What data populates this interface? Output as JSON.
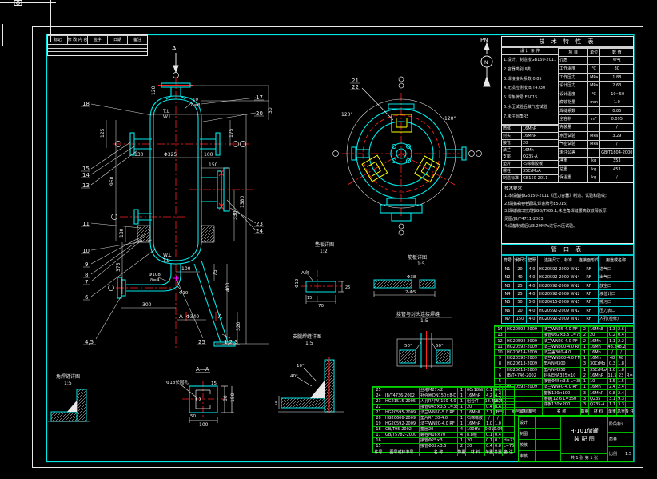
{
  "colors": {
    "cyan": "#00E8E8",
    "red": "#FF2020",
    "white": "#EFEFEF",
    "green": "#00D800",
    "yellow": "#FFFF00",
    "magenta": "#FF00FF"
  },
  "north": {
    "label": "PN",
    "circle_letter": "N"
  },
  "section_arrow": {
    "label": "A"
  },
  "front_view": {
    "levels": {
      "tl_top": "T.L",
      "wl_top": "W.L",
      "wl_bot": "W.L",
      "tl_bot": "T.L"
    },
    "balloons": {
      "b18": "18",
      "b17": "17",
      "b20": "20",
      "b15": "15",
      "b14": "14",
      "b13": "13",
      "b11": "11",
      "b10": "10",
      "b9": "9",
      "b8": "8",
      "b7": "7",
      "b6": "6",
      "b45": "4,5",
      "b25": "25",
      "b123": "1,2,3",
      "b23": "23",
      "b24": "24"
    },
    "dims": {
      "d120": "120",
      "d30": "30",
      "d125": "125",
      "d175": "175",
      "d130": "130",
      "dphi325": "Φ325",
      "d100a": "100",
      "d150": "150",
      "d950": "950",
      "d1380": "1380",
      "d330": "330",
      "d180": "180",
      "d375": "375",
      "d100b": "100",
      "d75": "75",
      "d300": "300",
      "d400": "400",
      "d320": "320",
      "dphi340": "Φ340",
      "dphi10": "Φ10"
    },
    "head_note1": "10",
    "head_note2": "δ=8",
    "drain_note1": "Φ108",
    "drain_note2": "δ=4",
    "section_a": "A"
  },
  "top_view": {
    "balloons": {
      "b21": "21",
      "b22": "22"
    },
    "angle_left": "120°",
    "angle_right": "120°"
  },
  "details": {
    "aa": {
      "title": "A—A",
      "hole_note": "Φ18长圆孔",
      "d100": "100",
      "d150": "150",
      "d80": "80",
      "d50": "50",
      "d15": "15"
    },
    "gusset": {
      "t1": "支腿焊缝详图",
      "t2": "1:5",
      "a10": "10°",
      "a40": "40°",
      "d5": "5"
    },
    "pipe_weld": {
      "t1": "接管与封头连接焊缝",
      "t2": "1:5",
      "a50l": "50°",
      "a50r": "50°"
    },
    "pad": {
      "t1": "垫板详图",
      "t2": "1:2",
      "mark": "A向",
      "phi12": "Φ12",
      "d70": "70",
      "d15": "15",
      "d25": "25"
    },
    "rib": {
      "t1": "筋板详图",
      "t2": "1:5",
      "phi38": "Φ38",
      "note": "2-Φ5"
    },
    "corner": {
      "t1": "角焊缝详图",
      "t2": "1:5"
    }
  },
  "revision_table": {
    "headers": [
      "标记",
      "修 改 内 容",
      "签字",
      "日期",
      "备注"
    ]
  },
  "spec_table": {
    "title": "技 术 特 性 表",
    "left_header": "设 计 条 件",
    "design_notes": [
      {
        "t": "1.设计、制造按GB150-2011"
      },
      {
        "t": "2.容器类别:Ⅱ类"
      },
      {
        "t": "3.焊接接头系数:0.85"
      },
      {
        "t": "4.无损检测按JB/T4730"
      },
      {
        "t": "5.焊条牌号:E5015"
      },
      {
        "t": "6.水压试验后做气密试验"
      },
      {
        "t": "7.未注圆角R5"
      }
    ],
    "materials": [
      {
        "k": "筒体",
        "v": "16MnR"
      },
      {
        "k": "封头",
        "v": "16MnR"
      },
      {
        "k": "接管",
        "v": "20"
      },
      {
        "k": "法兰",
        "v": "16Mn"
      },
      {
        "k": "支座",
        "v": "Q235-A"
      },
      {
        "k": "垫片",
        "v": "石棉橡胶板"
      },
      {
        "k": "螺栓",
        "v": "35CrMoA"
      },
      {
        "k": "制造标准",
        "v": "GB150-2011"
      }
    ],
    "right_headers": [
      "项 目",
      "单位",
      "数 值"
    ],
    "rows": [
      {
        "k": "介质",
        "u": "",
        "v": "空气"
      },
      {
        "k": "工作温度",
        "u": "℃",
        "v": "30"
      },
      {
        "k": "工作压力",
        "u": "MPa",
        "v": "1.88"
      },
      {
        "k": "设计压力",
        "u": "MPa",
        "v": "2.63"
      },
      {
        "k": "设计温度",
        "u": "℃",
        "v": "-10~50"
      },
      {
        "k": "腐蚀裕量",
        "u": "mm",
        "v": "1.0"
      },
      {
        "k": "焊缝系数",
        "u": "",
        "v": "0.85"
      },
      {
        "k": "全容积",
        "u": "m³",
        "v": "0.095"
      },
      {
        "k": "充装量",
        "u": "",
        "v": "/"
      },
      {
        "k": "水压试验",
        "u": "MPa",
        "v": "3.29"
      },
      {
        "k": "气密试验",
        "u": "MPa",
        "v": "/"
      },
      {
        "k": "未注公差",
        "u": "",
        "v": "GB/T1804-2000"
      },
      {
        "k": "净重",
        "u": "kg",
        "v": "353"
      },
      {
        "k": "总重",
        "u": "kg",
        "v": "453"
      },
      {
        "k": "保温重",
        "u": "kg",
        "v": "/"
      }
    ]
  },
  "tech_notes": {
    "title": "技术要求",
    "lines": [
      {
        "t": "1.本设备按GB150-2011《压力容器》制造、试验和验收;"
      },
      {
        "t": "2.焊接采用电弧焊,焊条牌号E5015;"
      },
      {
        "t": "3.焊缝坡口形式按GB/T985.1,未注角焊缝腰高取较薄板厚,"
      },
      {
        "t": "  见图/JB/T4711-2003;"
      },
      {
        "t": "4.设备制成后以3.29MPa进行水压试验。"
      }
    ]
  },
  "nozzle_table": {
    "title": "管  口  表",
    "headers": [
      "符号",
      "公称尺寸",
      "壁厚",
      "连接尺寸、标准",
      "连接面形式",
      "用途或名称"
    ],
    "rows": [
      {
        "sym": "N1",
        "dn": "20",
        "t": "4.0",
        "std": "HG20592-2009 WN20-4.0",
        "face": "RF",
        "use": "进气口"
      },
      {
        "sym": "N2",
        "dn": "40",
        "t": "4.0",
        "std": "HG20592-2009 WN40-4.0",
        "face": "RF",
        "use": "出气口"
      },
      {
        "sym": "N3",
        "dn": "25",
        "t": "4.0",
        "std": "HG20592-2009 WN25-4.0",
        "face": "RF",
        "use": "放空口"
      },
      {
        "sym": "N4",
        "dn": "25",
        "t": "4.0",
        "std": "HG20592-2009 WN25-4.0",
        "face": "RF",
        "use": "液位计口"
      },
      {
        "sym": "N5",
        "dn": "50",
        "t": "5.0",
        "std": "HG20615-2009 WN50-5.0",
        "face": "RF",
        "use": "排污口"
      },
      {
        "sym": "N6",
        "dn": "20",
        "t": "4.0",
        "std": "HG20592-2009 WN20-4.0",
        "face": "RF",
        "use": "压力表口"
      },
      {
        "sym": "N7",
        "dn": "150",
        "t": "4.0",
        "std": "HG20592-2009 WN150-4.0",
        "face": "RF",
        "use": "人孔(检修)"
      }
    ]
  },
  "bom_right": {
    "headers": [
      "件号",
      "图号或标准号",
      "名 称",
      "数量",
      "材 料",
      "单重",
      "总重",
      "备 注"
    ],
    "rows": [
      {
        "no": "14",
        "std": "HG20592-2009",
        "name": "法兰WN25-4.0 RF",
        "qty": "2",
        "mat": "16MnⅡ",
        "w1": "1.3",
        "w2": "2.6",
        "note": ""
      },
      {
        "no": "13",
        "std": "",
        "name": "接管Φ32×3.5 L=75",
        "qty": "2",
        "mat": "20",
        "w1": "0.2",
        "w2": "0.4",
        "note": ""
      },
      {
        "no": "12",
        "std": "HG20592-2009",
        "name": "法兰WN20-4.0 RF",
        "qty": "2",
        "mat": "16Mn",
        "w1": "1.1",
        "w2": "2.2",
        "note": ""
      },
      {
        "no": "11",
        "std": "HG20592-2009",
        "name": "法兰WN300-4.0 RF",
        "qty": "1",
        "mat": "16Mn",
        "w1": "48.2",
        "w2": "48.2",
        "note": ""
      },
      {
        "no": "10",
        "std": "HG20614-2009",
        "name": "法兰盖300-4.0",
        "qty": "1",
        "mat": "16Mn",
        "w1": "/",
        "w2": "/",
        "note": ""
      },
      {
        "no": "9",
        "std": "HG20592-2009",
        "name": "法兰WN300-4.0 FM",
        "qty": "1",
        "mat": "16Mn",
        "w1": "48",
        "w2": "48",
        "note": ""
      },
      {
        "no": "8",
        "std": "HG20613-2009",
        "name": "垫片NM300",
        "qty": "3",
        "mat": "30CrMo",
        "w1": "0.3",
        "w2": "1.8",
        "note": ""
      },
      {
        "no": "7",
        "std": "HG20613-2009",
        "name": "垫片NM350",
        "qty": "1",
        "mat": "35CrMoA",
        "w1": "1.0",
        "w2": "1.8",
        "note": ""
      },
      {
        "no": "6",
        "std": "JB/T4746-2002",
        "name": "封头EHA325×10",
        "qty": "2",
        "mat": "16MnR",
        "w1": "11.5",
        "w2": "23",
        "note": "R=40"
      },
      {
        "no": "5",
        "std": "",
        "name": "接管Φ45×3.5 L=380",
        "qty": "1",
        "mat": "10",
        "w1": "1.5",
        "w2": "1.5",
        "note": ""
      },
      {
        "no": "4",
        "std": "HG20592-2009",
        "name": "法兰WN40-4.0 RF",
        "qty": "1",
        "mat": "16Mn",
        "w1": "2.4",
        "w2": "2.4",
        "note": ""
      },
      {
        "no": "3",
        "std": "",
        "name": "垫板130×100",
        "qty": "3",
        "mat": "16MnR",
        "w1": "0.8",
        "w2": "2.4",
        "note": ""
      },
      {
        "no": "2",
        "std": "",
        "name": "槽钢[12.6 L=350",
        "qty": "3",
        "mat": "Q235",
        "w1": "3.1",
        "w2": "9.3",
        "note": ""
      },
      {
        "no": "1",
        "std": "",
        "name": "底板120×200",
        "qty": "3",
        "mat": "Q235-A",
        "w1": "1.1",
        "w2": "3.3",
        "note": ""
      }
    ]
  },
  "bom_left": {
    "headers": [
      "件号",
      "图号或标准号",
      "名 称",
      "数量",
      "材 料",
      "单重",
      "总重",
      "备 注"
    ],
    "rows": [
      {
        "no": "25",
        "std": "",
        "name": "丝堵M27×2",
        "qty": "1",
        "mat": "0Cr18Ni9",
        "w1": "0.1",
        "w2": "0.1",
        "note": ""
      },
      {
        "no": "24",
        "std": "JB/T4736-2002",
        "name": "补强圈DN150×8-D",
        "qty": "1",
        "mat": "16MnR",
        "w1": "4.2",
        "w2": "4.2",
        "note": ""
      },
      {
        "no": "23",
        "std": "HG21515-2005",
        "name": "人孔RF(W)150-4.0",
        "qty": "1",
        "mat": "组合件",
        "w1": "18.4",
        "w2": "18.4",
        "note": ""
      },
      {
        "no": "22",
        "std": "",
        "name": "接管Φ45×3.5 L=38",
        "qty": "1",
        "mat": "20",
        "w1": "0.4",
        "w2": "0.4",
        "note": ""
      },
      {
        "no": "21",
        "std": "HG20595-2009",
        "name": "法兰WN50-5.0 RF",
        "qty": "1",
        "mat": "16MnⅡ",
        "w1": "3.1",
        "w2": "3.1",
        "note": ""
      },
      {
        "no": "20",
        "std": "HG20606-2009",
        "name": "垫片RF 20-4.0",
        "qty": "1",
        "mat": "石棉橡胶",
        "w1": "/",
        "w2": "/",
        "note": ""
      },
      {
        "no": "19",
        "std": "HG20592-2009",
        "name": "法兰WN20-4.0 RF",
        "qty": "1",
        "mat": "16MnR",
        "w1": "1.0",
        "w2": "1.0",
        "note": ""
      },
      {
        "no": "18",
        "std": "GB/T95-2002",
        "name": "垫圈20",
        "qty": "4",
        "mat": "100HV",
        "w1": "0.01",
        "w2": "0.04",
        "note": ""
      },
      {
        "no": "17",
        "std": "GB/T5782-2000",
        "name": "螺栓M16×70",
        "qty": "4",
        "mat": "8.8级",
        "w1": "0.1",
        "w2": "0.4",
        "note": ""
      },
      {
        "no": "16",
        "std": "",
        "name": "接管Φ25×3",
        "qty": "1",
        "mat": "20",
        "w1": "0.1",
        "w2": "0.1",
        "note": "H=735"
      },
      {
        "no": "15",
        "std": "",
        "name": "接管Φ32×3.5",
        "qty": "2",
        "mat": "20",
        "w1": "0.4",
        "w2": "0.8",
        "note": "L=75"
      }
    ]
  },
  "title_block": {
    "title1": "H-101储罐",
    "title2": "装 配 图",
    "fields": [
      {
        "k": "设计",
        "v": ""
      },
      {
        "k": "制图",
        "v": ""
      },
      {
        "k": "校核",
        "v": ""
      },
      {
        "k": "审核",
        "v": ""
      }
    ],
    "right": [
      {
        "k": "阶段标记",
        "v": ""
      },
      {
        "k": "质量",
        "v": ""
      },
      {
        "k": "比例",
        "v": "1:5"
      }
    ],
    "sheet": "共 1 张  第 1 张"
  }
}
